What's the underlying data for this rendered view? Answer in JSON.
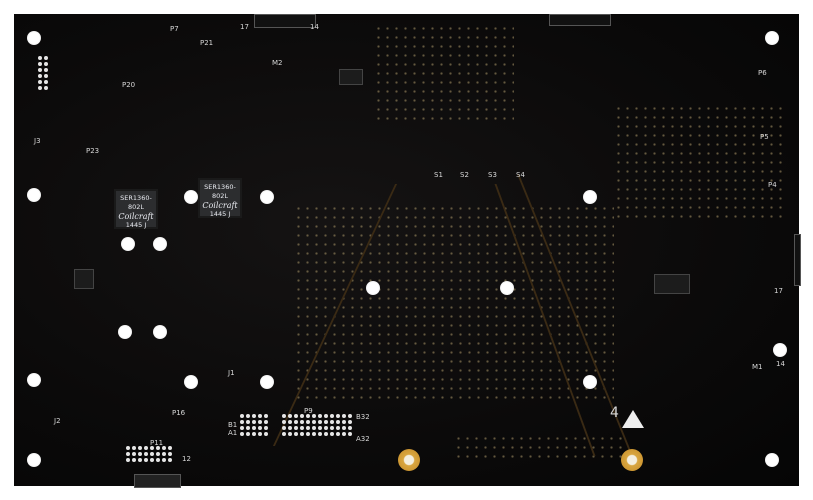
{
  "board": {
    "inductors": [
      {
        "part": "SER1360-802L",
        "brand": "Coilcraft",
        "code": "1445 J"
      },
      {
        "part": "SER1360-802L",
        "brand": "Coilcraft",
        "code": "1445 J"
      }
    ],
    "labels": {
      "p7": "P7",
      "p21": "P21",
      "p20": "P20",
      "p23": "P23",
      "j3": "J3",
      "m2": "M2",
      "top17": "17",
      "top14": "14",
      "p9": "P9",
      "b32": "B32",
      "a32": "A32",
      "b1": "B1",
      "a1": "A1",
      "p16": "P16",
      "p11": "P11",
      "p11_12": "12",
      "j1": "J1",
      "j2": "J2",
      "m1": "M1",
      "r17": "17",
      "r14": "14",
      "p6": "P6",
      "p5": "P5",
      "p4": "P4",
      "s1": "S1",
      "s2": "S2",
      "s3": "S3",
      "s4": "S4",
      "num4": "4"
    },
    "colors": {
      "pcb": "#0b0a0a",
      "silkscreen": "#e6e6e6",
      "gold": "#d9a640"
    }
  }
}
